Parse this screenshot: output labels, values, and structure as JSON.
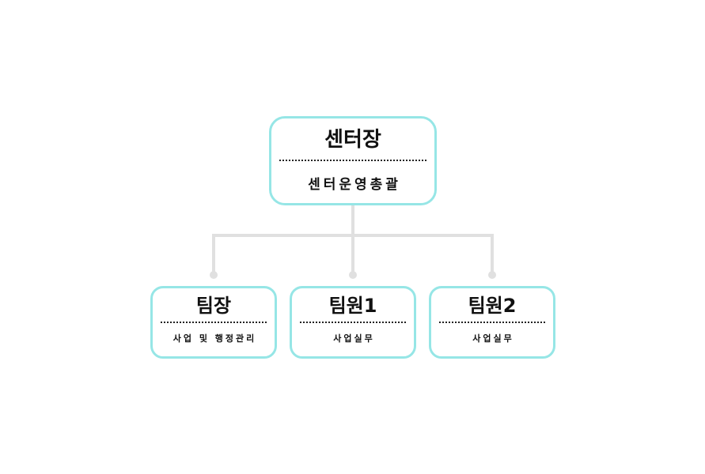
{
  "org_chart": {
    "head": {
      "title": "센터장",
      "description": "센터운영총괄"
    },
    "members": [
      {
        "title": "팀장",
        "description": "사업 및 행정관리"
      },
      {
        "title": "팀원1",
        "description": "사업실무"
      },
      {
        "title": "팀원2",
        "description": "사업실무"
      }
    ]
  },
  "colors": {
    "box_border": "#96e6e6",
    "connector": "#e0e0e0",
    "text": "#111111"
  }
}
